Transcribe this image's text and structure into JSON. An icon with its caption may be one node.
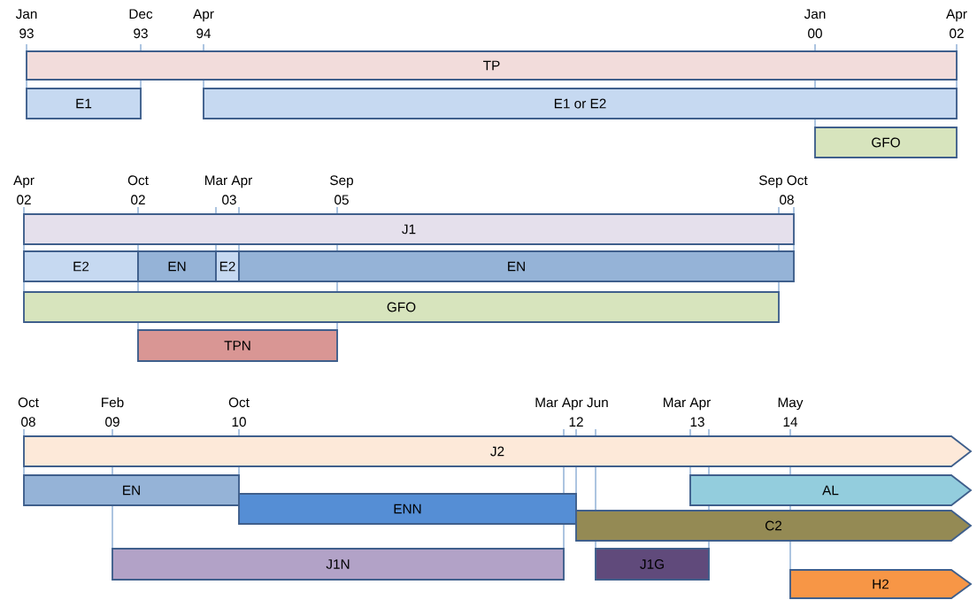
{
  "diagram": {
    "nodes": [
      {
        "text": [
          "TP"
        ]
      },
      {
        "text": [
          "E1"
        ]
      },
      {
        "text": [
          "E1 or E2"
        ]
      },
      {
        "text": [
          "GFO"
        ]
      },
      {
        "text": [
          "J1"
        ]
      },
      {
        "text": [
          "E2"
        ]
      },
      {
        "text": [
          "EN"
        ]
      },
      {
        "text": [
          "E2"
        ]
      },
      {
        "text": [
          "EN"
        ]
      },
      {
        "text": [
          "GFO"
        ]
      },
      {
        "text": [
          "TPN"
        ]
      },
      {
        "text": [
          "J2"
        ]
      },
      {
        "text": [
          "EN"
        ]
      },
      {
        "text": [
          "ENN"
        ]
      },
      {
        "text": [
          "AL"
        ]
      },
      {
        "text": [
          "C2"
        ]
      },
      {
        "text": [
          "J1N"
        ]
      },
      {
        "text": [
          "J1G"
        ]
      },
      {
        "text": [
          "H2"
        ]
      }
    ],
    "labels": [
      "Jan",
      "93",
      "Dec",
      "93",
      "Apr",
      "94",
      "Jan",
      "00",
      "Apr",
      "02",
      "Apr",
      "02",
      "Oct",
      "02",
      "Mar Apr",
      "03",
      "Sep",
      "05",
      "Sep Oct",
      "08",
      "Oct",
      "08",
      "Feb",
      "09",
      "Oct",
      "10",
      "Mar Apr Jun",
      "12",
      "Mar Apr",
      "13",
      "May",
      "14"
    ]
  }
}
